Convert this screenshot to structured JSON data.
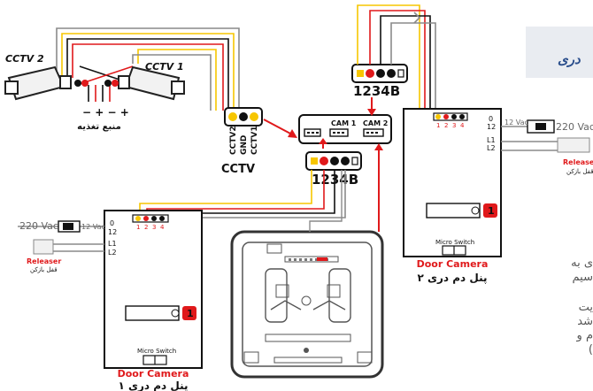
{
  "header_fragment": "دری",
  "cctv": {
    "cam2_label": "CCTV 2",
    "cam1_label": "CCTV 1",
    "power_signs": "− + − +",
    "power_label": "منبع تغذیه",
    "conn_labels": [
      "CCTV2",
      "GND",
      "CCTV1"
    ],
    "section_label": "CCTV"
  },
  "hub": {
    "cam1": "CAM 1",
    "cam2": "CAM 2",
    "plug_top": "1234B",
    "plug_bottom": "1234B"
  },
  "panel_left": {
    "ac_label": "220 Vac",
    "dc_label": "12 Vac",
    "terms": [
      "0",
      "12",
      "L1",
      "L2"
    ],
    "pins": [
      "1",
      "2",
      "3",
      "4"
    ],
    "releaser": "Releaser",
    "releaser_fa": "قفل بازکن",
    "button_num": "1",
    "micro": "Micro Switch",
    "door_camera": "Door Camera",
    "title_fa": "پنل دم دری ۱"
  },
  "panel_right": {
    "ac_label": "220 Vac",
    "dc_label": "12 Vac",
    "terms": [
      "0",
      "12",
      "L1",
      "L2"
    ],
    "pins": [
      "1",
      "2",
      "3",
      "4"
    ],
    "releaser": "Releaser",
    "releaser_fa": "قفل بازکن",
    "button_num": "1",
    "micro": "Micro Switch",
    "door_camera": "Door Camera",
    "title_fa": "پنل دم دری ۲"
  },
  "side_text": [
    "ی به",
    "سیم",
    "یت",
    "شد",
    "م و",
    ")"
  ],
  "colors": {
    "red": "#e0191b",
    "yellow": "#f7c600",
    "brand_blue": "#2a4e8c"
  }
}
